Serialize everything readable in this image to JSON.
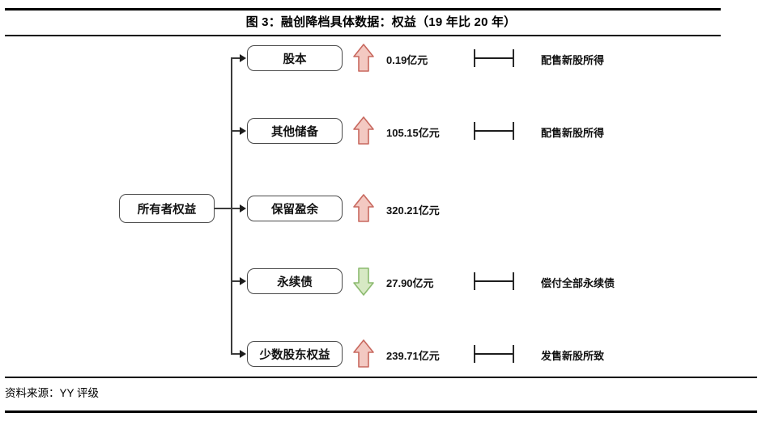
{
  "figure": {
    "title": "图 3：融创降档具体数据：权益（19 年比 20 年）",
    "source_label": "资料来源：YY 评级"
  },
  "diagram": {
    "root": {
      "label": "所有者权益"
    },
    "colors": {
      "increase_fill": "#f3c9c2",
      "increase_stroke": "#c8695f",
      "decrease_fill": "#d7e9c4",
      "decrease_stroke": "#8cba6f",
      "line": "#3b3b3b",
      "text": "#111111"
    },
    "rows": [
      {
        "label": "股本",
        "direction": "up",
        "direction_icon": "arrow-up-icon",
        "value": "0.19亿元",
        "has_bracket": true,
        "note": "配售新股所得"
      },
      {
        "label": "其他储备",
        "direction": "up",
        "direction_icon": "arrow-up-icon",
        "value": "105.15亿元",
        "has_bracket": true,
        "note": "配售新股所得"
      },
      {
        "label": "保留盈余",
        "direction": "up",
        "direction_icon": "arrow-up-icon",
        "value": "320.21亿元",
        "has_bracket": false,
        "note": ""
      },
      {
        "label": "永续债",
        "direction": "down",
        "direction_icon": "arrow-down-icon",
        "value": "27.90亿元",
        "has_bracket": true,
        "note": "偿付全部永续债"
      },
      {
        "label": "少数股东权益",
        "direction": "up",
        "direction_icon": "arrow-up-icon",
        "value": "239.71亿元",
        "has_bracket": true,
        "note": "发售新股所致"
      }
    ]
  }
}
